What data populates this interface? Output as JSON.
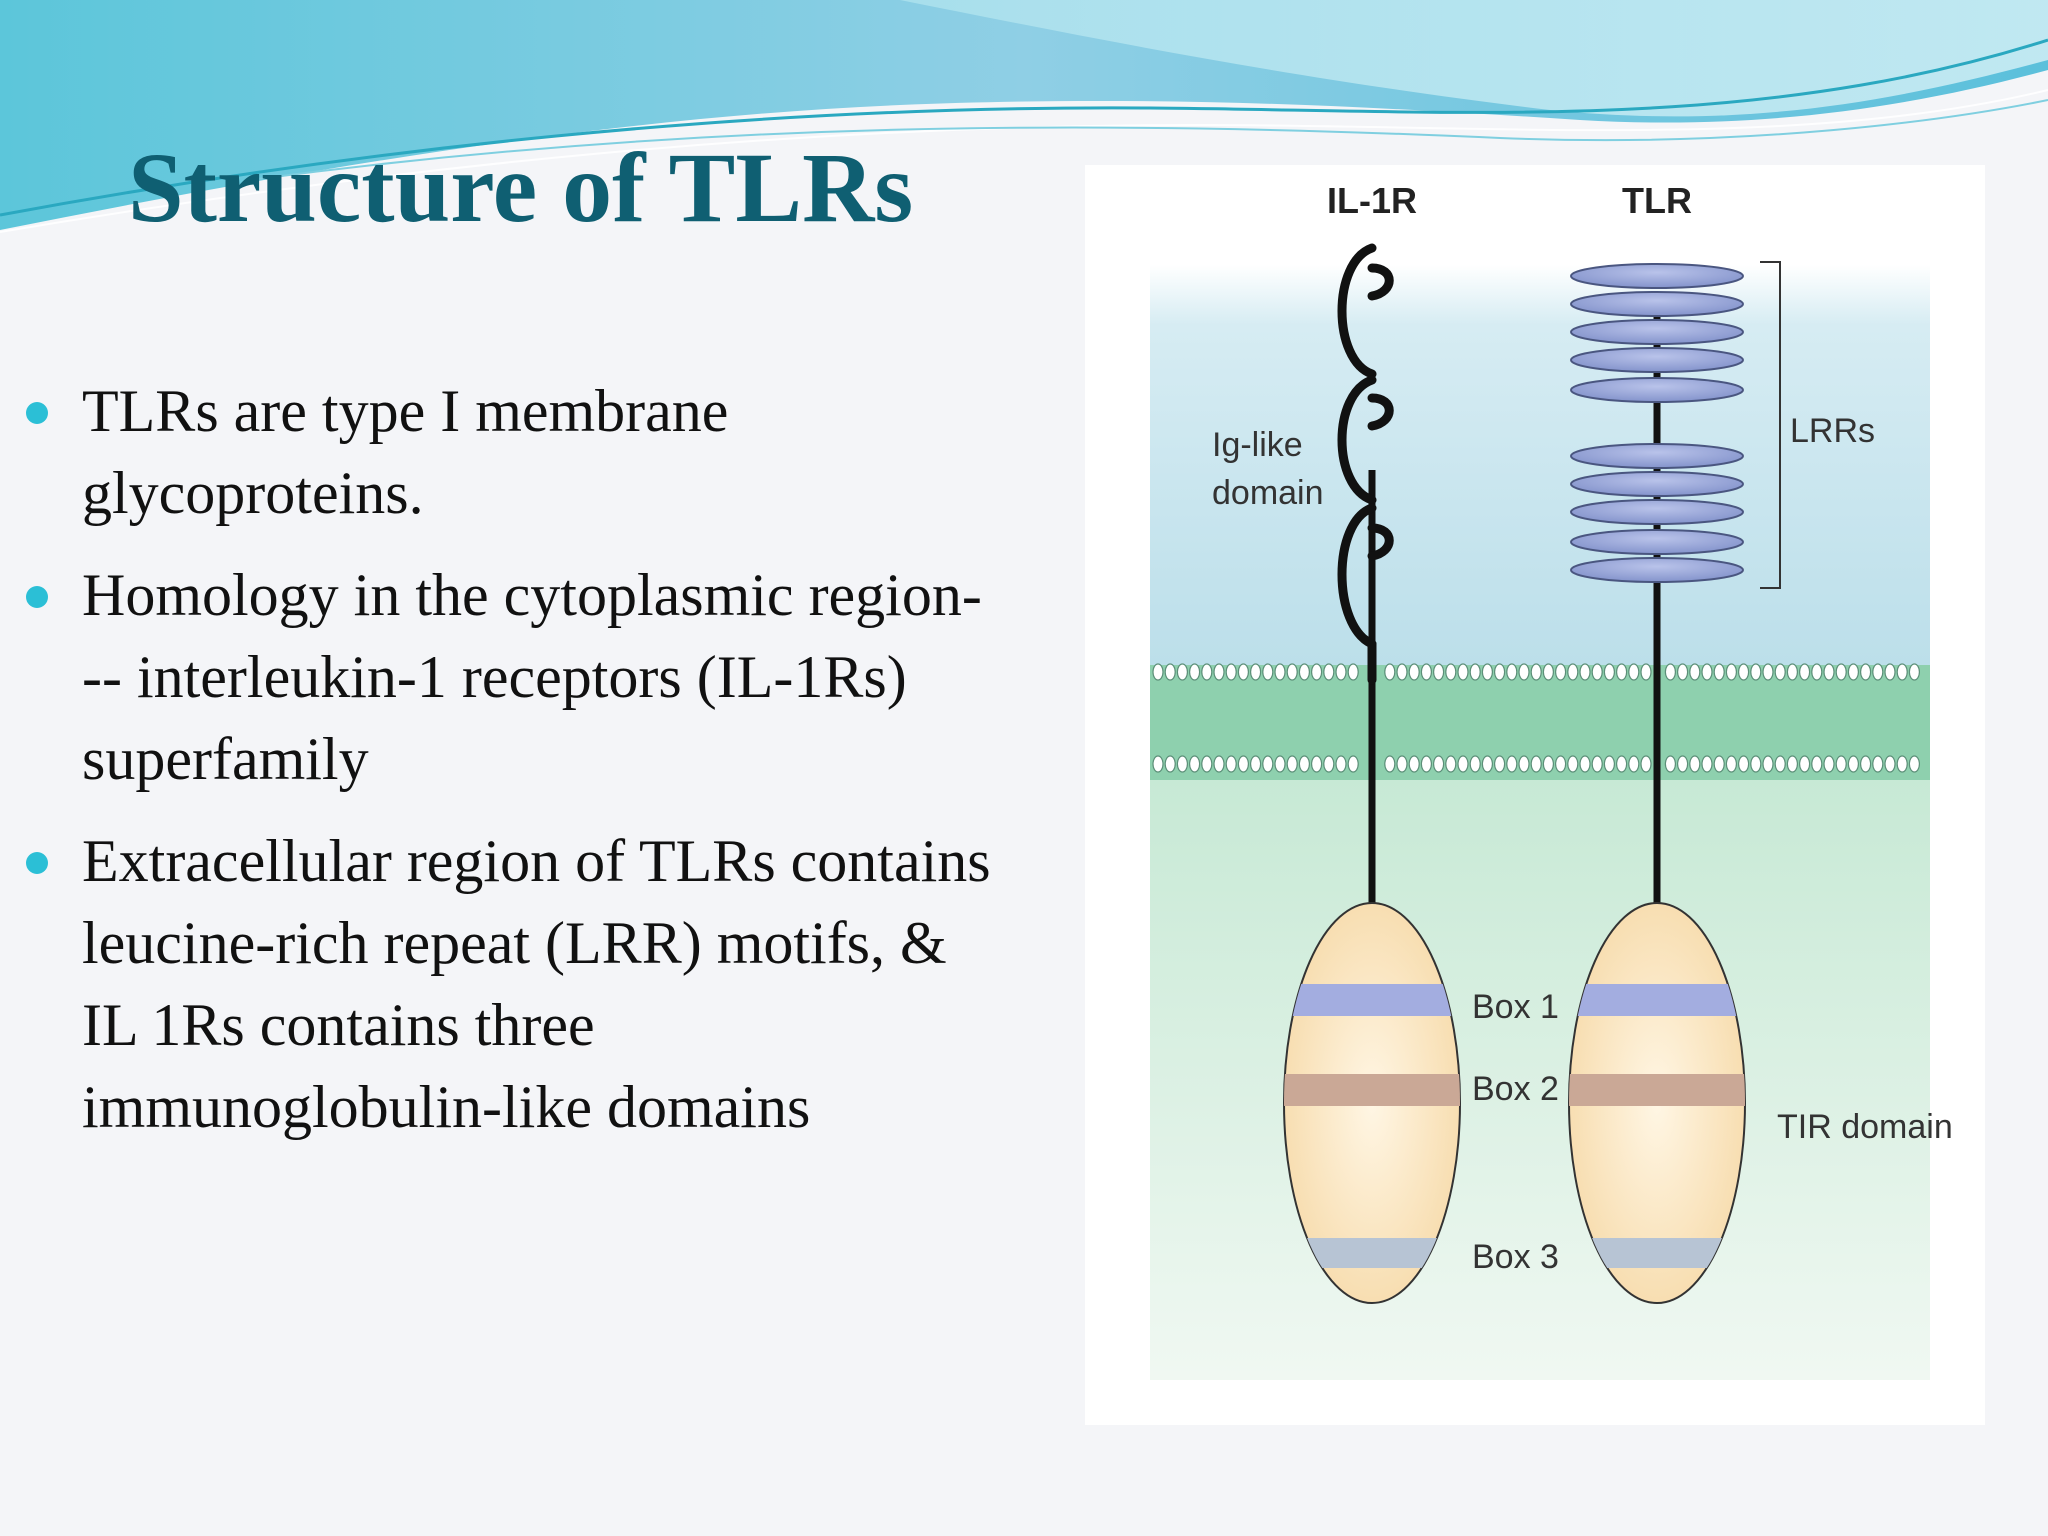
{
  "slide": {
    "title": "Structure of TLRs",
    "bullets": [
      "TLRs are type I membrane glycoproteins.",
      " Homology in the cytoplasmic region--- interleukin-1 receptors (IL-1Rs) superfamily",
      "Extracellular region of TLRs contains leucine-rich repeat (LRR) motifs, & IL 1Rs contains three immunoglobulin-like domains"
    ]
  },
  "diagram": {
    "receptors": [
      "IL-1R",
      "TLR"
    ],
    "ig_label": [
      "Ig-like",
      "domain"
    ],
    "lrr_label": "LRRs",
    "boxes": [
      "Box 1",
      "Box 2",
      "Box 3"
    ],
    "tir_label": "TIR domain"
  },
  "colors": {
    "title": "#0f5f72",
    "bullet": "#2bbfd6",
    "extracellular": "#bcdfea",
    "membrane": "#8ed0ae",
    "cytoplasm": "#d4eedd",
    "lrr": "#8f9ed2",
    "tir": "#f9e0b3",
    "box1": "#a3ade0",
    "box2": "#caa896",
    "box3": "#b7c4d4"
  }
}
